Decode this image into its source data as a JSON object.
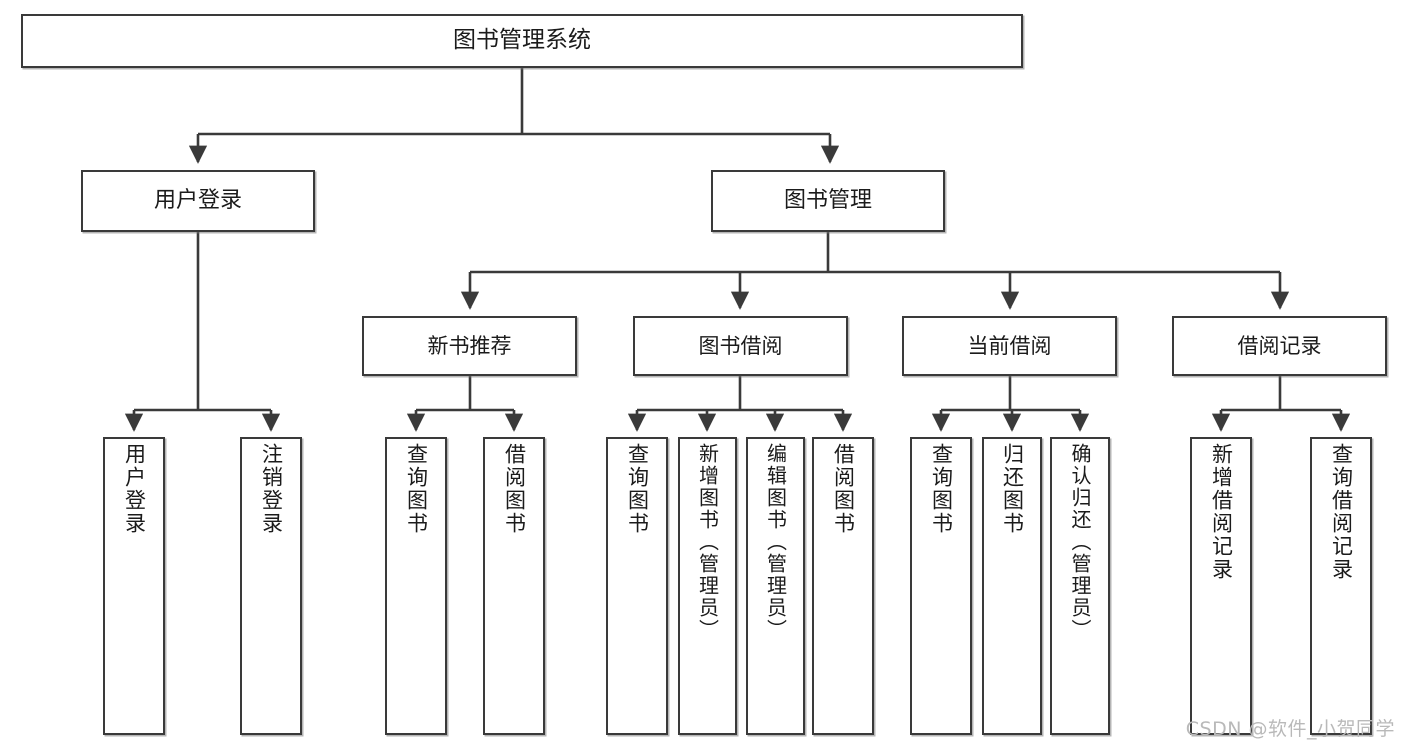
{
  "diagram": {
    "title": "图书管理系统",
    "type": "tree-hierarchy",
    "root": {
      "label": "图书管理系统"
    },
    "level2": [
      {
        "label": "用户登录"
      },
      {
        "label": "图书管理"
      }
    ],
    "level3": [
      {
        "label": "新书推荐"
      },
      {
        "label": "图书借阅"
      },
      {
        "label": "当前借阅"
      },
      {
        "label": "借阅记录"
      }
    ],
    "leaves": {
      "user_login": [
        {
          "label": "用户登录"
        },
        {
          "label": "注销登录"
        }
      ],
      "new_book_recommend": [
        {
          "label": "查询图书"
        },
        {
          "label": "借阅图书"
        }
      ],
      "book_borrow": [
        {
          "label": "查询图书"
        },
        {
          "label": "新增图书（管理员）"
        },
        {
          "label": "编辑图书（管理员）"
        },
        {
          "label": "借阅图书"
        }
      ],
      "current_borrow": [
        {
          "label": "查询图书"
        },
        {
          "label": "归还图书"
        },
        {
          "label": "确认归还（管理员）"
        }
      ],
      "borrow_record": [
        {
          "label": "新增借阅记录"
        },
        {
          "label": "查询借阅记录"
        }
      ]
    }
  },
  "watermark": {
    "text": "CSDN @软件_小贺同学"
  },
  "colors": {
    "border": "#3a3a3a",
    "background": "#ffffff",
    "text": "#1b1b1b",
    "watermark": "#b9b9b9"
  }
}
